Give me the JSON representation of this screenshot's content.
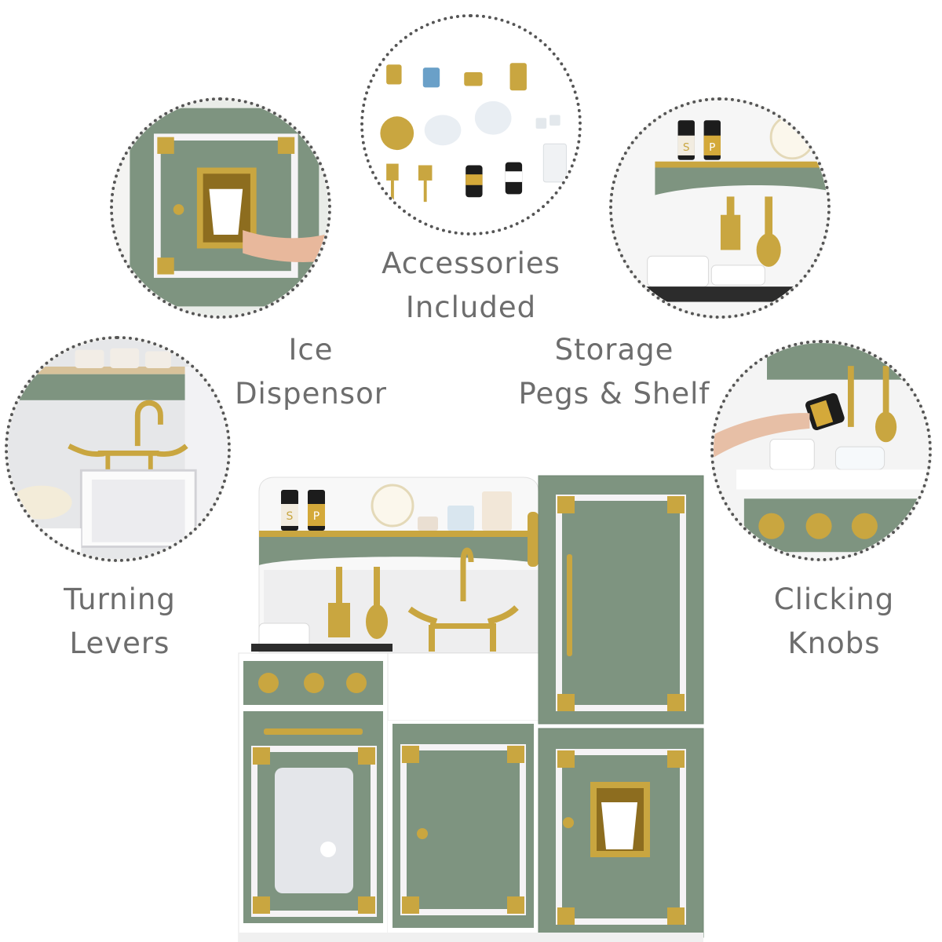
{
  "features": {
    "accessories": {
      "line1": "Accessories",
      "line2": "Included"
    },
    "ice": {
      "line1": "Ice",
      "line2": "Dispensor"
    },
    "storage": {
      "line1": "Storage",
      "line2": "Pegs & Shelf"
    },
    "levers": {
      "line1": "Turning",
      "line2": "Levers"
    },
    "knobs": {
      "line1": "Clicking",
      "line2": "Knobs"
    }
  },
  "jar_labels": {
    "salt": "S",
    "pepper": "P"
  },
  "colors": {
    "sage_green": "#7e9480",
    "gold": "#c9a640",
    "white_trim": "#f5f3f5",
    "label_text": "#6d6d6d",
    "dotted_border": "#555555"
  },
  "icons": [
    "ice-dispenser-icon",
    "accessories-set-icon",
    "storage-shelf-icon",
    "sink-faucet-icon",
    "stove-knobs-icon"
  ]
}
